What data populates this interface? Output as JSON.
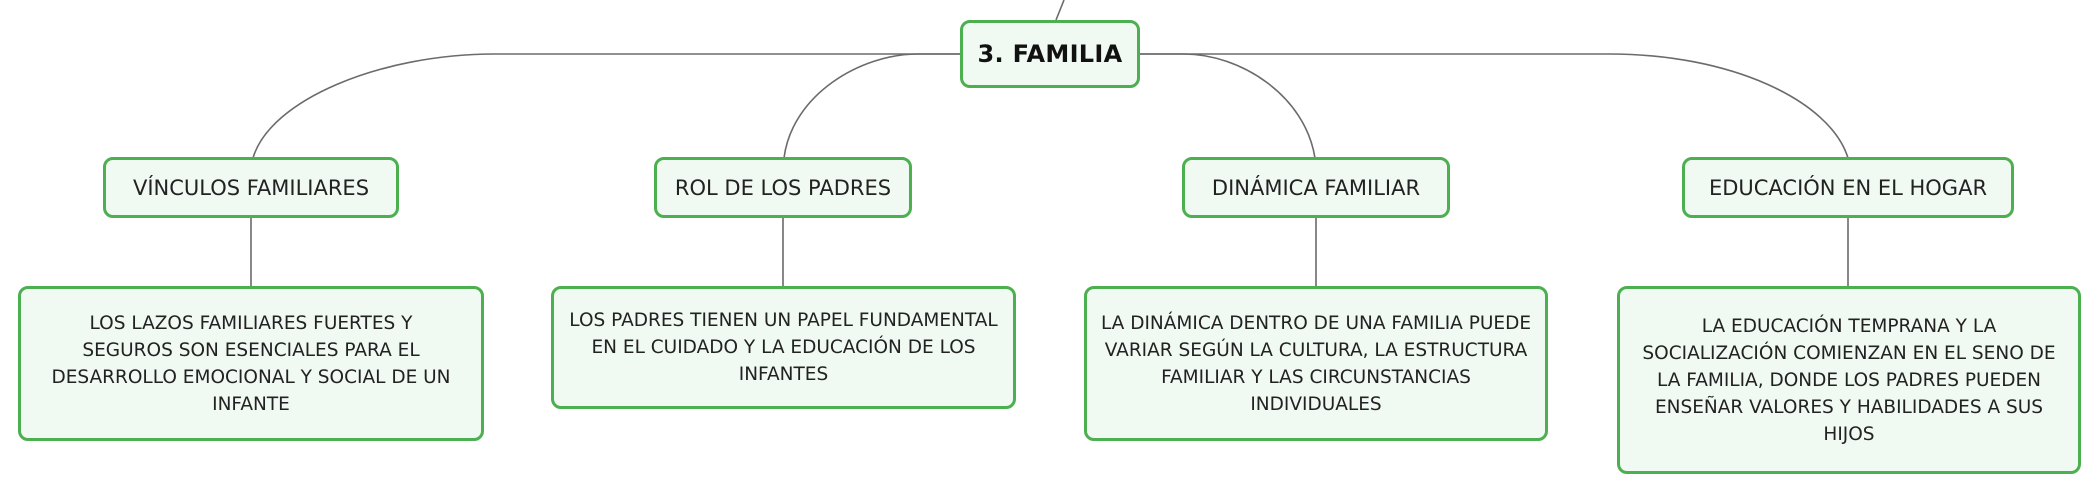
{
  "central_topic": "3. FAMILIA",
  "branches": [
    {
      "title": "VÍNCULOS FAMILIARES",
      "detail": "LOS LAZOS FAMILIARES FUERTES Y SEGUROS SON ESENCIALES PARA EL DESARROLLO EMOCIONAL Y SOCIAL DE UN INFANTE"
    },
    {
      "title": "ROL DE LOS PADRES",
      "detail": "LOS PADRES TIENEN UN PAPEL FUNDAMENTAL EN EL CUIDADO Y LA EDUCACIÓN DE LOS INFANTES"
    },
    {
      "title": "DINÁMICA FAMILIAR",
      "detail": "LA DINÁMICA DENTRO DE UNA FAMILIA PUEDE VARIAR SEGÚN LA CULTURA, LA ESTRUCTURA FAMILIAR Y LAS CIRCUNSTANCIAS INDIVIDUALES"
    },
    {
      "title": "EDUCACIÓN EN EL HOGAR",
      "detail": "LA EDUCACIÓN TEMPRANA Y LA SOCIALIZACIÓN COMIENZAN EN EL SENO DE LA FAMILIA, DONDE LOS PADRES PUEDEN ENSEÑAR VALORES Y HABILIDADES A SUS HIJOS"
    }
  ],
  "colors": {
    "node_border": "#4caf50",
    "node_fill": "#f1f9f3",
    "connector": "#6b6b6b"
  }
}
